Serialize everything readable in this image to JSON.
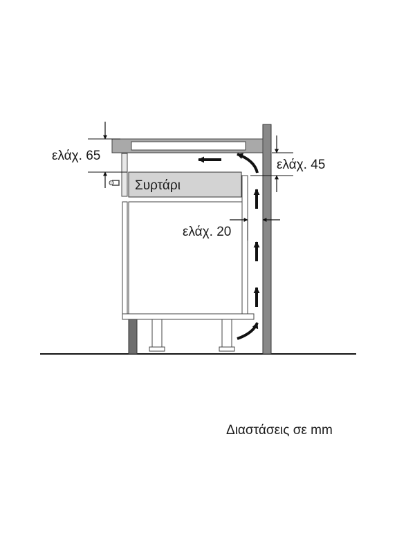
{
  "labels": {
    "min_65": "ελάχ. 65",
    "min_45": "ελάχ. 45",
    "min_20": "ελάχ. 20",
    "drawer": "Συρτάρι"
  },
  "caption": "Διαστάσεις σε mm"
}
